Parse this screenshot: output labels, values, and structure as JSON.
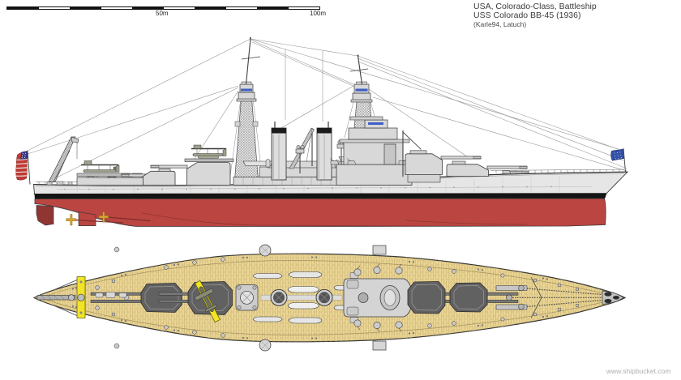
{
  "header": {
    "scale_bar": {
      "label_mid": "50m",
      "label_end": "100m",
      "segments": 10
    },
    "title": {
      "line1": "USA, Colorado-Class, Battleship",
      "line2": "USS Colorado BB-45 (1936)",
      "line3": "(Karle94, Latuch)"
    }
  },
  "footer": {
    "watermark": "www.shipbucket.com"
  },
  "diagram": {
    "subject": "USS Colorado BB-45 battleship, side profile and deck plan",
    "views": [
      "side-profile",
      "top-plan"
    ],
    "colors": {
      "outline": "#3b3b3b",
      "hull_gray": "#e6e6e6",
      "superstructure": "#d8d8d8",
      "boot_black": "#141414",
      "hull_red": "#bb4541",
      "hull_red_dark": "#8f3633",
      "prop_gold": "#d9a733",
      "deck_tan": "#ebd595",
      "plank_line": "#c2ad6d",
      "turret_top": "#616161",
      "structure_plan": "#d2d2d2",
      "catapult_yellow": "#f2e427",
      "flag_red": "#bf3a33",
      "flag_blue": "#3a3a8c",
      "jack_blue": "#3350a5",
      "window_blue": "#3e5fc4",
      "rigging": "#909090"
    }
  }
}
